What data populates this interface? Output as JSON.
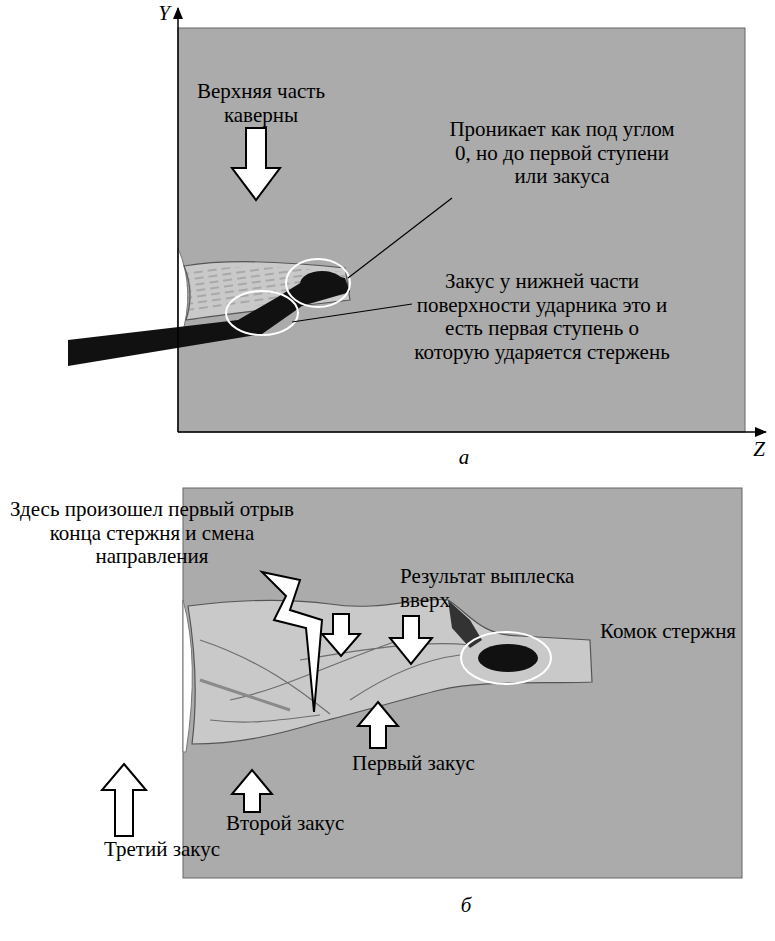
{
  "diagram": {
    "labels": [
      "Y",
      "Z",
      "Верхняя часть каверны",
      "Проникает как под углом 0, но до первой ступени или закуса",
      "Закус у нижней части поверхности ударника это и есть первая ступень о которую ударяется стержень",
      "а",
      "Здесь произошел первый отрыв конца стержня и смена направления",
      "Результат выплеска вверх",
      "Комок стержня",
      "Первый закус",
      "Второй закус",
      "Третий закус",
      "б"
    ]
  }
}
